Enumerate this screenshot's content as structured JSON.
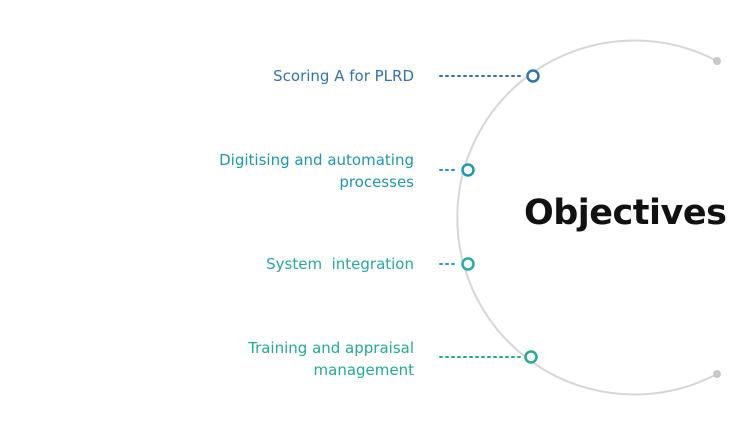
{
  "center": {
    "title": "Objectives"
  },
  "colors": {
    "arc": "#d6d6d6",
    "arc_end_dot": "#c8c8c8",
    "title": "#111111"
  },
  "items": [
    {
      "label": "Scoring A for PLRD",
      "color": "#2f74b5"
    },
    {
      "label": "Digitising and automating\nprocesses",
      "color": "#1a98b4"
    },
    {
      "label": "System  integration",
      "color": "#22aaa8"
    },
    {
      "label": "Training and appraisal\nmanagement",
      "color": "#1fae8f"
    }
  ]
}
